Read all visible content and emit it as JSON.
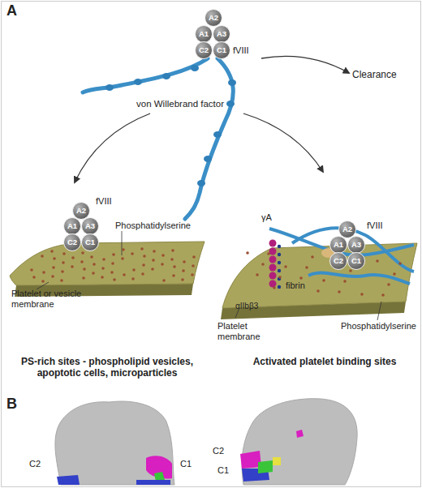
{
  "diagram": {
    "nodes": [
      {
        "text": [
          "A2"
        ]
      },
      {
        "text": [
          "A1"
        ]
      },
      {
        "text": [
          "A3"
        ]
      },
      {
        "text": [
          "C2"
        ]
      },
      {
        "text": [
          "C1"
        ]
      },
      {
        "text": [
          "A2"
        ]
      },
      {
        "text": [
          "A1"
        ]
      },
      {
        "text": [
          "A3"
        ]
      },
      {
        "text": [
          "C2"
        ]
      },
      {
        "text": [
          "C1"
        ]
      },
      {
        "text": [
          "A2"
        ]
      },
      {
        "text": [
          "A1"
        ]
      },
      {
        "text": [
          "A3"
        ]
      },
      {
        "text": [
          "C2"
        ]
      },
      {
        "text": [
          "C1"
        ]
      }
    ],
    "labels": [
      "A",
      "fVIII",
      "von Willebrand factor",
      "Clearance",
      "fVIII",
      "Phosphatidylserine",
      "Platelet or vesicle membrane",
      "γA",
      "αIIbβ3",
      "fibrin",
      "fVIII",
      "Platelet membrane",
      "Phosphatidylserine",
      "PS-rich sites - phospholipid vesicles, apoptotic cells, microparticles",
      "Activated platelet binding sites",
      "B",
      "C2",
      "C1",
      "C2",
      "C1"
    ]
  }
}
